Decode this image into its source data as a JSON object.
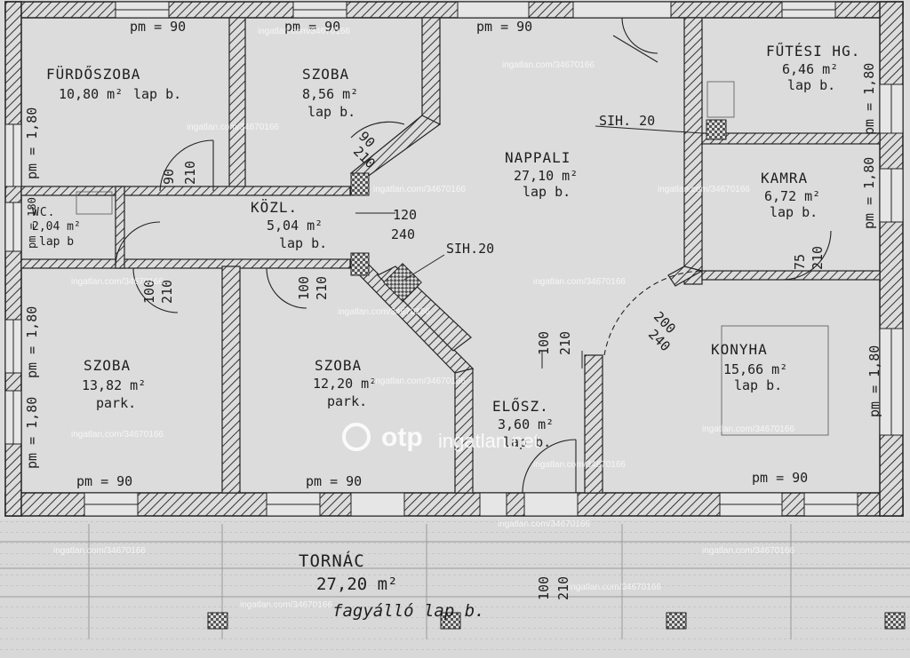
{
  "rooms": {
    "furdoszoba": {
      "name": "FÜRDŐSZOBA",
      "area": "10,80 m²",
      "floor": "lap b."
    },
    "szoba_1": {
      "name": "SZOBA",
      "area": "8,56 m²",
      "floor": "lap b."
    },
    "nappali": {
      "name": "NAPPALI",
      "area": "27,10 m²",
      "floor": "lap b."
    },
    "futesi": {
      "name": "FŰTÉSI HG.",
      "area": "6,46 m²",
      "floor": "lap b."
    },
    "kamra": {
      "name": "KAMRA",
      "area": "6,72 m²",
      "floor": "lap b."
    },
    "wc": {
      "name": "WC.",
      "area": "2,04 m²",
      "floor": "lap b"
    },
    "kozl": {
      "name": "KÖZL.",
      "area": "5,04 m²",
      "floor": "lap b."
    },
    "szoba_2": {
      "name": "SZOBA",
      "area": "13,82 m²",
      "floor": "park."
    },
    "szoba_3": {
      "name": "SZOBA",
      "area": "12,20 m²",
      "floor": "park."
    },
    "elosz": {
      "name": "ELŐSZ.",
      "area": "3,60 m²",
      "floor": "lap b."
    },
    "konyha": {
      "name": "KONYHA",
      "area": "15,66 m²",
      "floor": "lap b."
    },
    "tornac": {
      "name": "TORNÁC",
      "area": "27,20 m²",
      "floor": "fagyálló lap b."
    }
  },
  "window_labels": {
    "top_1": "pm = 90",
    "top_2": "pm = 90",
    "top_3": "pm = 90",
    "left_top": "pm = 1,80",
    "left_wc": "pm = 180",
    "left_mid": "pm = 1,80",
    "left_bottom": "pm = 1,80",
    "right_top": "pm = 1,80",
    "right_mid": "pm = 1,80",
    "right_bottom": "pm = 1,80",
    "bottom_1": "pm = 90",
    "bottom_2": "pm = 90",
    "bottom_3": "pm = 90"
  },
  "door_labels": {
    "furdo_w": "90",
    "furdo_h": "210",
    "kozl_w": "120",
    "kozl_h": "240",
    "szoba1_w": "90",
    "szoba1_h": "210",
    "szoba2_w": "100",
    "szoba2_h": "210",
    "szoba3_w": "100",
    "szoba3_h": "210",
    "elosz_w": "100",
    "elosz_h": "210",
    "kamra_w": "75",
    "kamra_h": "210",
    "nappali_arch_w": "200",
    "nappali_arch_h": "240",
    "tornac_w": "100",
    "tornac_h": "210"
  },
  "chimney_labels": {
    "sih_1": "SIH. 20",
    "sih_2": "SIH.20"
  },
  "watermark": {
    "site": "ingatlan.com/34670166",
    "brand": "otp",
    "brand_suffix": "ingatlan.net"
  },
  "colors": {
    "paper": "#dcdcdc",
    "ink": "#1e1e1e",
    "hatch": "#3a3a3a"
  }
}
